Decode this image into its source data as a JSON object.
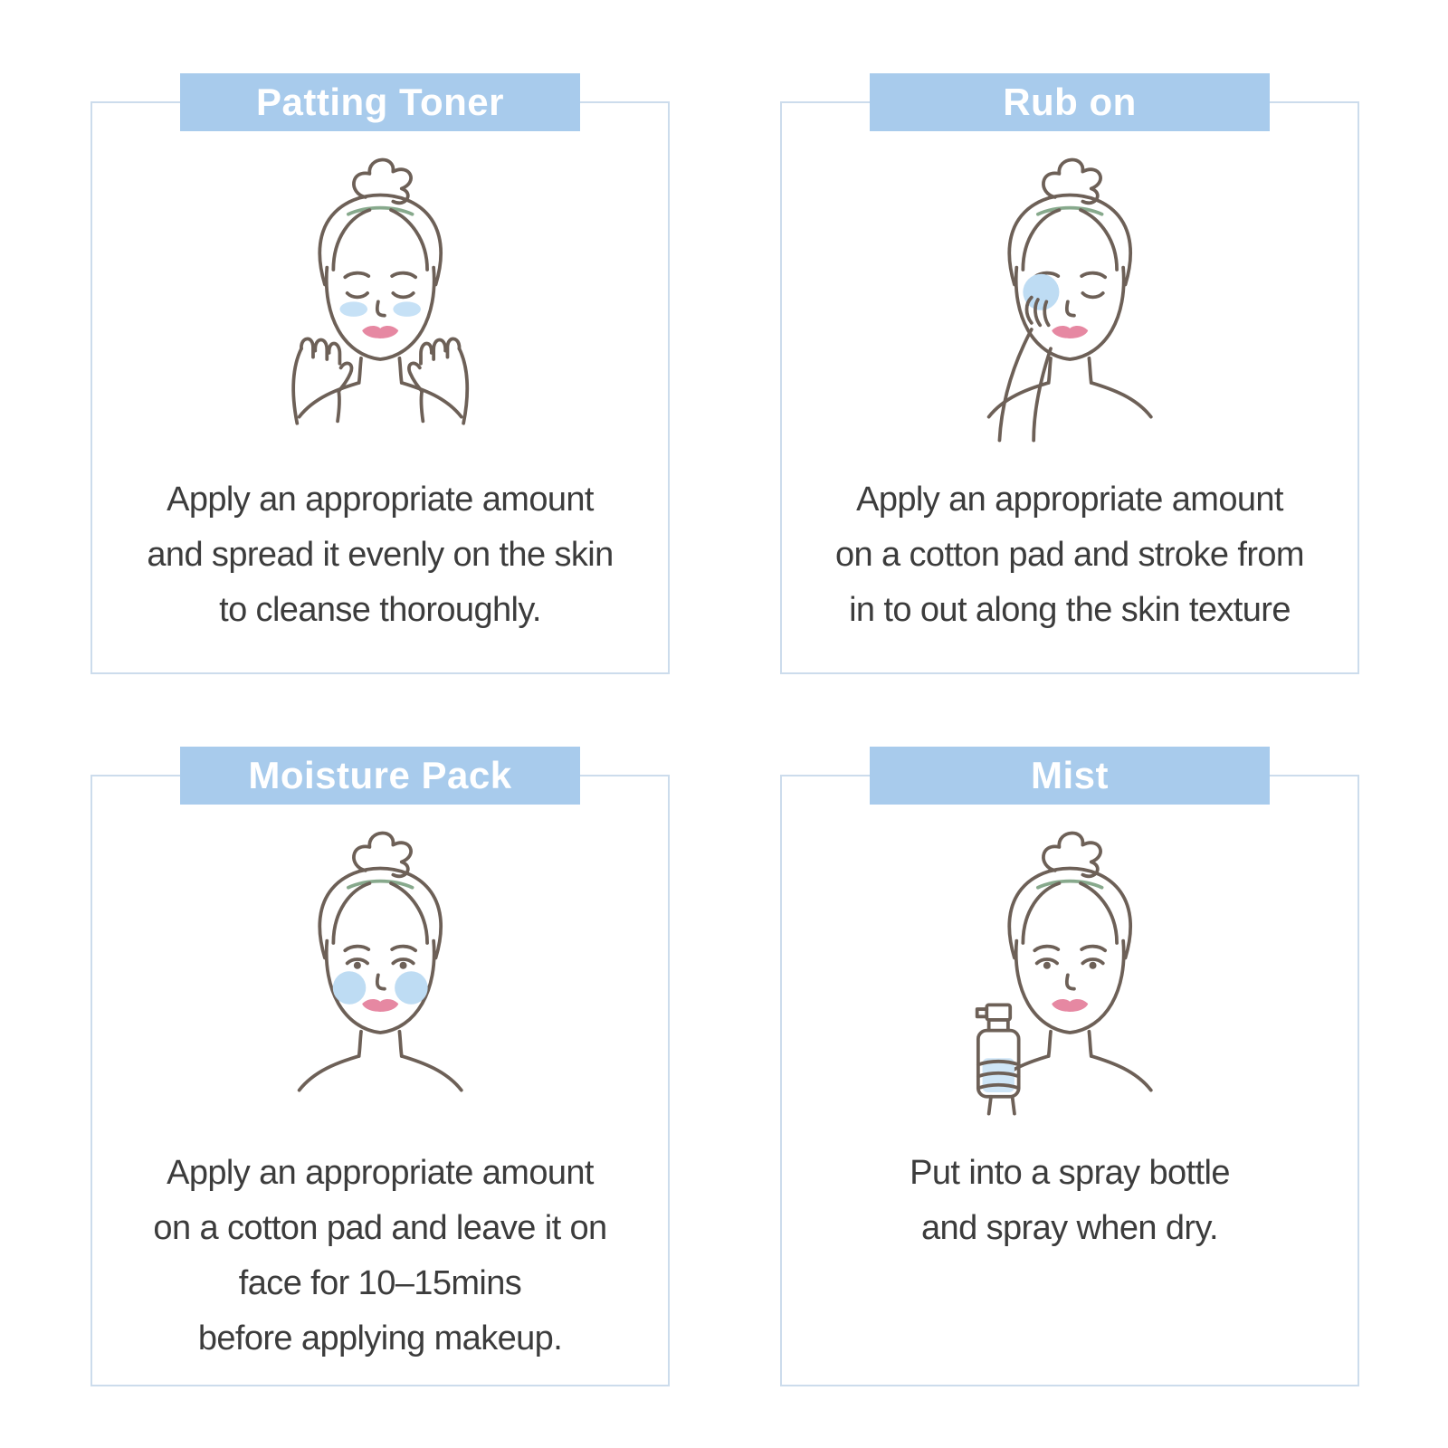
{
  "page": {
    "background": "#ffffff",
    "description": "Skincare usage instructions infographic, 2x2 grid of cards"
  },
  "colors": {
    "header_bg": "#a8cbec",
    "header_text": "#ffffff",
    "card_border": "#ccdcec",
    "body_text": "#3c3c3c",
    "line_art": "#6d6057",
    "headband_green": "#87a98c",
    "accent_blue": "#bedcf3",
    "lip_pink": "#e688a2"
  },
  "cards": [
    {
      "id": "patting-toner",
      "title": "Patting Toner",
      "illustration": "woman-patting-toner-on-face-with-both-hands",
      "lines": [
        "Apply an appropriate amount",
        "and spread it evenly on the skin",
        "to cleanse thoroughly."
      ]
    },
    {
      "id": "rub-on",
      "title": "Rub on",
      "illustration": "woman-stroking-cotton-pad-near-eye",
      "lines": [
        "Apply an appropriate amount",
        "on a cotton pad and stroke from",
        "in to out along the skin texture"
      ]
    },
    {
      "id": "moisture-pack",
      "title": "Moisture Pack",
      "illustration": "woman-with-moisture-pads-on-cheeks",
      "lines": [
        "Apply an appropriate amount",
        "on a cotton pad and leave it on",
        "face for 10–15mins",
        "before applying makeup."
      ]
    },
    {
      "id": "mist",
      "title": "Mist",
      "illustration": "woman-holding-spray-bottle",
      "lines": [
        "Put into a spray bottle",
        "and spray when dry."
      ]
    }
  ]
}
